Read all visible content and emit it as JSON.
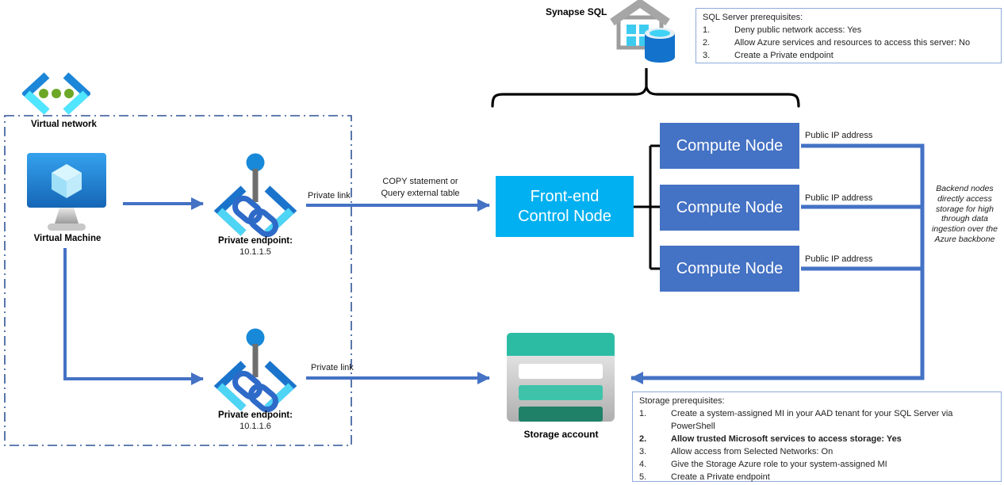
{
  "labels": {
    "synapse": "Synapse SQL",
    "virtual_network": "Virtual network",
    "virtual_machine": "Virtual Machine",
    "private_link_1": "Private link",
    "private_link_2": "Private link",
    "copy_line1": "COPY statement or",
    "copy_line2": "Query external table",
    "public_ip_1": "Public IP address",
    "public_ip_2": "Public IP address",
    "public_ip_3": "Public IP address",
    "storage_account": "Storage account",
    "backend_note": "Backend nodes directly access storage for high through data ingestion over the Azure backbone"
  },
  "nodes": {
    "front_end": {
      "line1": "Front-end",
      "line2": "Control Node"
    },
    "compute": [
      "Compute Node",
      "Compute Node",
      "Compute Node"
    ]
  },
  "endpoints": [
    {
      "label": "Private endpoint:",
      "ip": "10.1.1.5"
    },
    {
      "label": "Private endpoint:",
      "ip": "10.1.1.6"
    }
  ],
  "sql_prerequisites": {
    "title": "SQL Server prerequisites:",
    "items": [
      {
        "num": "1.",
        "text": "Deny public network access: Yes"
      },
      {
        "num": "2.",
        "text": "Allow Azure services and resources to access this server: No"
      },
      {
        "num": "3.",
        "text": "Create a Private endpoint"
      }
    ]
  },
  "storage_prerequisites": {
    "title": "Storage prerequisites:",
    "items": [
      {
        "num": "1.",
        "text": "Create a system-assigned MI in your AAD tenant for your SQL Server via PowerShell"
      },
      {
        "num": "2.",
        "text": "Allow trusted Microsoft services to access storage: Yes",
        "bold": true
      },
      {
        "num": "3.",
        "text": "Allow access from Selected Networks: On"
      },
      {
        "num": "4.",
        "text": "Give the Storage Azure role to your system-assigned MI"
      },
      {
        "num": "5.",
        "text": "Create a Private endpoint"
      }
    ]
  },
  "colors": {
    "compute_node": "#4472C4",
    "front_end_node": "#00B0F0",
    "connector_blue": "#4472C4",
    "storage_teal": "#2CBCA4",
    "prereq_border": "#8EAADB",
    "vnet_border": "#2F5496"
  }
}
